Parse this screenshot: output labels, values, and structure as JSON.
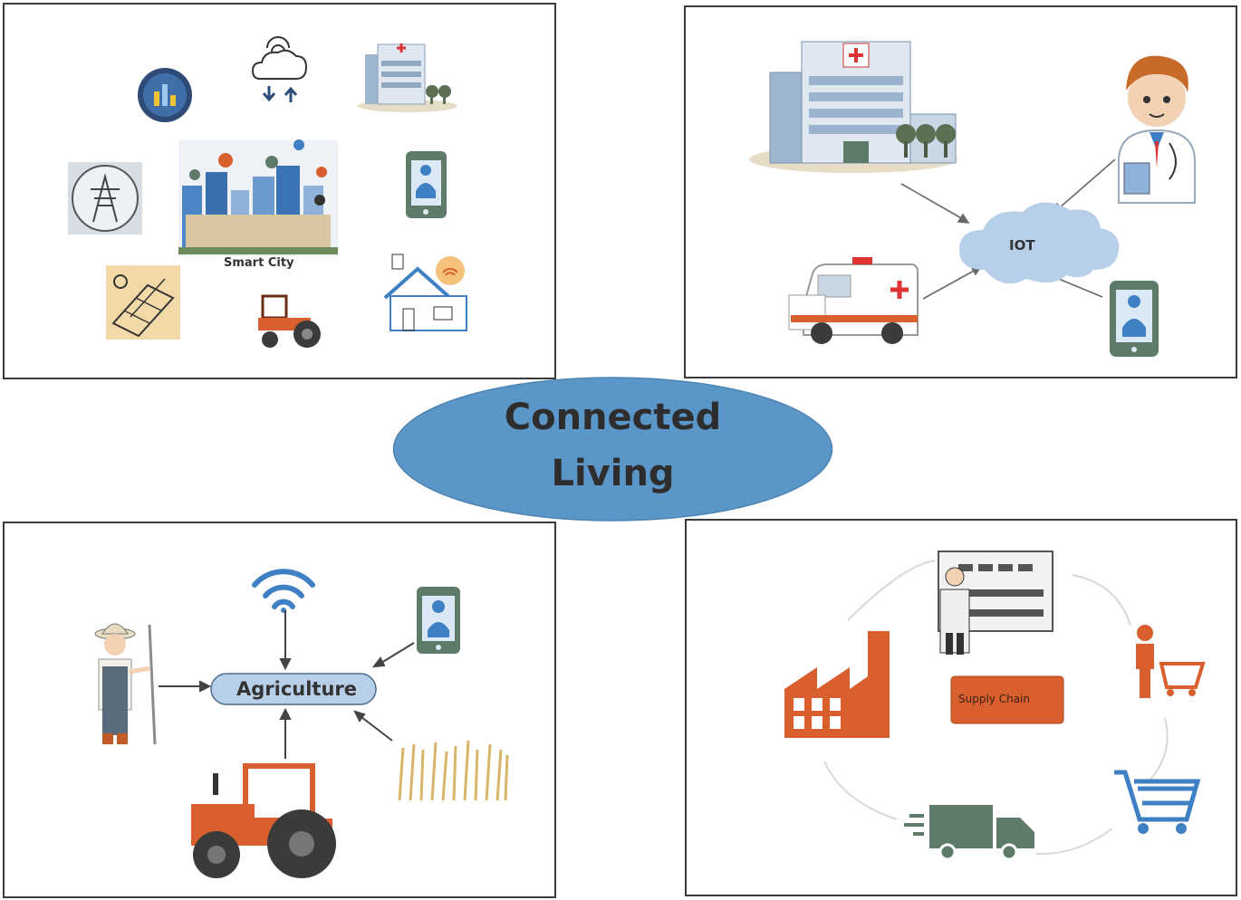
{
  "center": {
    "line1": "Connected",
    "line2": "Living"
  },
  "smart_city_panel": {
    "label": "Smart City"
  },
  "healthcare_panel": {
    "label": "IOT"
  },
  "agriculture_panel": {
    "label": "Agriculture"
  },
  "supply_chain_panel": {
    "label": "Supply Chain"
  },
  "colors": {
    "ellipse": "#5b96c8",
    "orange": "#d9602e",
    "blue": "#3f7fc4",
    "cloud": "#b7cfe8",
    "grey_green": "#5e7a68"
  }
}
